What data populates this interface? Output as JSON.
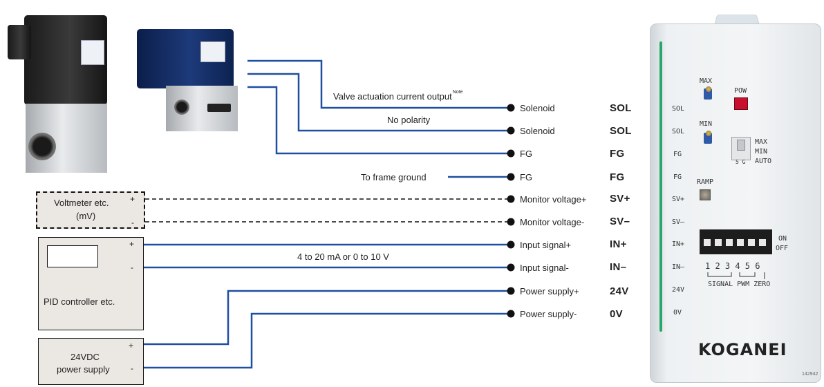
{
  "annotations": {
    "valve_current": "Valve actuation current output",
    "valve_current_note": "Note",
    "no_polarity": "No polarity",
    "frame_ground": "To frame ground",
    "signal_range": "4 to 20 mA or 0 to 10 V"
  },
  "terminals": [
    {
      "label": "Solenoid",
      "code": "SOL"
    },
    {
      "label": "Solenoid",
      "code": "SOL"
    },
    {
      "label": "FG",
      "code": "FG"
    },
    {
      "label": "FG",
      "code": "FG"
    },
    {
      "label": "Monitor voltage+",
      "code": "SV+"
    },
    {
      "label": "Monitor voltage-",
      "code": "SV–"
    },
    {
      "label": "Input signal+",
      "code": "IN+"
    },
    {
      "label": "Input signal-",
      "code": "IN–"
    },
    {
      "label": "Power supply+",
      "code": "24V"
    },
    {
      "label": "Power supply-",
      "code": "0V"
    }
  ],
  "devices": {
    "voltmeter": {
      "line1": "Voltmeter etc.",
      "line2": "(mV)",
      "plus": "+",
      "minus": "-"
    },
    "pid": {
      "label": "PID controller etc.",
      "plus": "+",
      "minus": "-"
    },
    "power": {
      "line1": "24VDC",
      "line2": "power supply",
      "plus": "+",
      "minus": "-"
    }
  },
  "unit": {
    "terminal_labels": [
      "SOL",
      "SOL",
      "FG",
      "FG",
      "SV+",
      "SV–",
      "IN+",
      "IN–",
      "24V",
      "0V"
    ],
    "max": "MAX",
    "min": "MIN",
    "pow": "POW",
    "ramp": "RAMP",
    "mode_options": [
      "MAX",
      "MIN",
      "AUTO"
    ],
    "mode_sg": "5 G",
    "dip_on": "ON",
    "dip_off": "OFF",
    "dip_numbers": "1 2 3 4 5 6",
    "dip_groups": "SIGNAL PWM ZERO",
    "brand": "KOGANEI",
    "serial": "142942"
  },
  "colors": {
    "wire": "#1f4fa0",
    "dashed": "#111111",
    "box_fill": "#ebe7e2"
  }
}
